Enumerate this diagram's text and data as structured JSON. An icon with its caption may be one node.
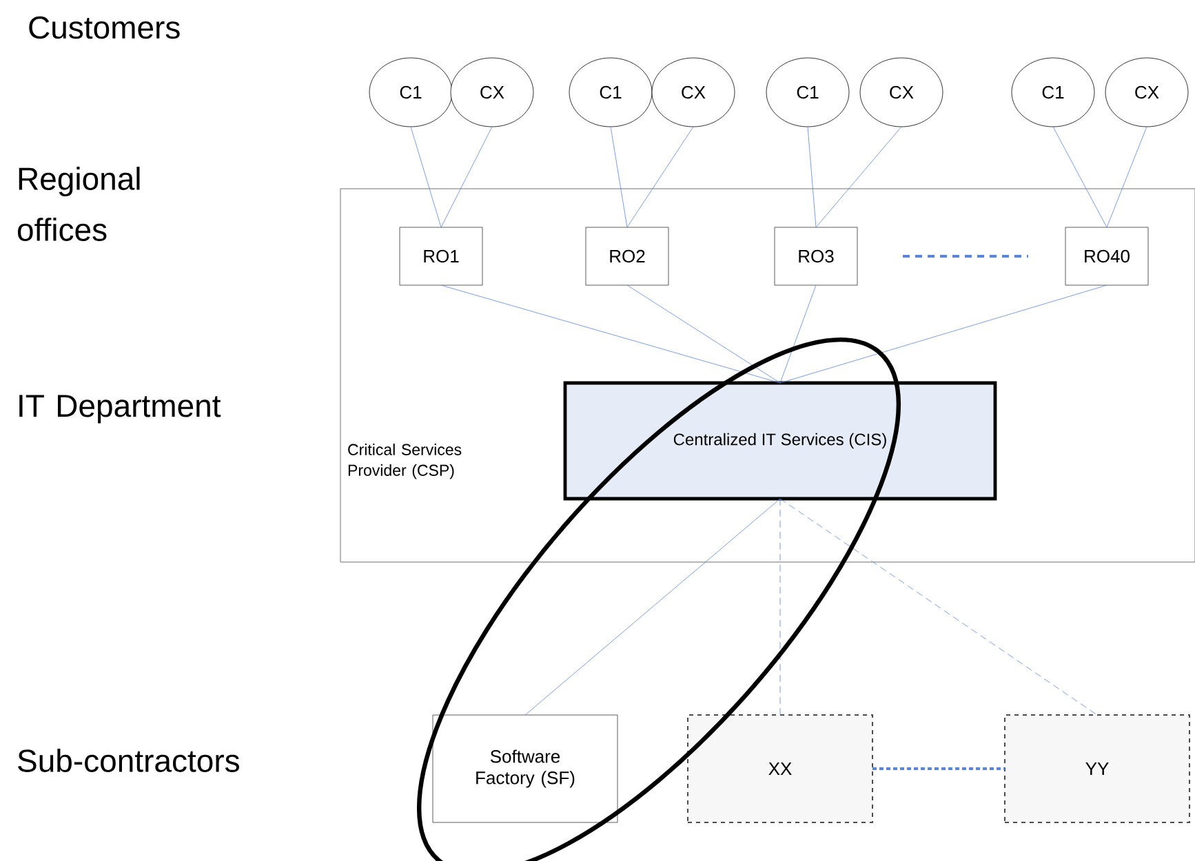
{
  "diagram": {
    "nodes": [
      {
        "text": [
          "C1"
        ]
      },
      {
        "text": [
          "CX"
        ]
      },
      {
        "text": [
          "C1"
        ]
      },
      {
        "text": [
          "CX"
        ]
      },
      {
        "text": [
          "C1"
        ]
      },
      {
        "text": [
          "CX"
        ]
      },
      {
        "text": [
          "C1"
        ]
      },
      {
        "text": [
          "CX"
        ]
      },
      {
        "text": [
          "Critical Services Provider (CSP)"
        ]
      },
      {
        "text": [
          "RO1"
        ],
        "in": 8
      },
      {
        "text": [
          "RO2"
        ],
        "in": 8
      },
      {
        "text": [
          "RO3"
        ],
        "in": 8
      },
      {
        "text": [
          "RO40"
        ],
        "in": 8
      },
      {
        "text": [
          "Centralized IT Services (CIS)"
        ],
        "in": 8
      },
      {
        "text": [
          "Software Factory (SF)"
        ]
      },
      {
        "text": [
          "XX"
        ]
      },
      {
        "text": [
          "YY"
        ]
      }
    ],
    "edges": [
      {
        "from": 0,
        "to": 9,
        "arrow": "none"
      },
      {
        "from": 1,
        "to": 9,
        "arrow": "none"
      },
      {
        "from": 2,
        "to": 10,
        "arrow": "none"
      },
      {
        "from": 3,
        "to": 10,
        "arrow": "none"
      },
      {
        "from": 4,
        "to": 11,
        "arrow": "none"
      },
      {
        "from": 5,
        "to": 11,
        "arrow": "none"
      },
      {
        "from": 6,
        "to": 12,
        "arrow": "none"
      },
      {
        "from": 7,
        "to": 12,
        "arrow": "none"
      },
      {
        "from": 9,
        "to": 13,
        "arrow": "none"
      },
      {
        "from": 10,
        "to": 13,
        "arrow": "none"
      },
      {
        "from": 11,
        "to": 13,
        "arrow": "none"
      },
      {
        "from": 12,
        "to": 13,
        "arrow": "none"
      },
      {
        "from": 13,
        "to": 14,
        "arrow": "none"
      },
      {
        "from": 13,
        "to": 15,
        "arrow": "none",
        "style": "dashed"
      },
      {
        "from": 13,
        "to": 16,
        "arrow": "none",
        "style": "dashed"
      },
      {
        "from": 15,
        "to": 16,
        "arrow": "none",
        "style": "dashed"
      }
    ],
    "labels": [
      "Customers",
      "Regional offices",
      "IT Department",
      "Sub-contractors"
    ]
  }
}
